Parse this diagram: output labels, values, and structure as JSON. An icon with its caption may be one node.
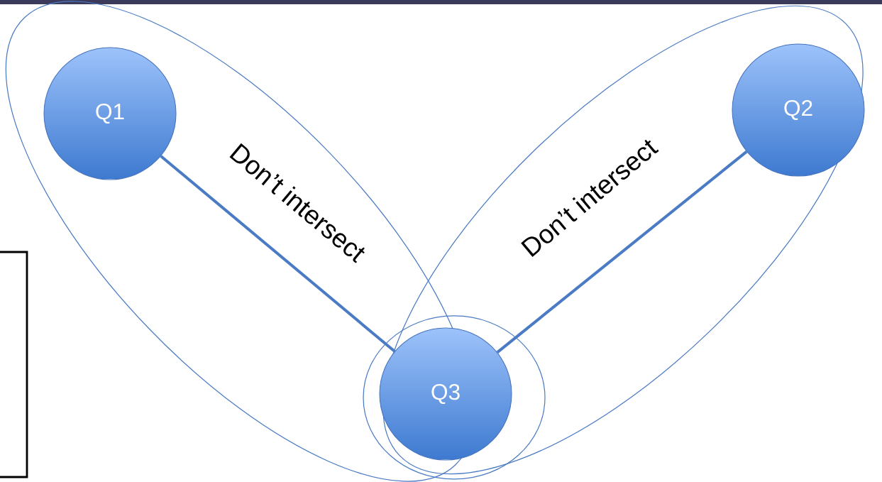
{
  "diagram": {
    "nodes": [
      {
        "text": [
          "Q1"
        ]
      },
      {
        "text": [
          "Q2"
        ]
      },
      {
        "text": [
          "Q3"
        ]
      }
    ],
    "edges": [
      {
        "from": 0,
        "to": 2,
        "arrow": "none",
        "label": "Don’t intersect"
      },
      {
        "from": 1,
        "to": 2,
        "arrow": "none",
        "label": "Don’t intersect"
      }
    ]
  }
}
